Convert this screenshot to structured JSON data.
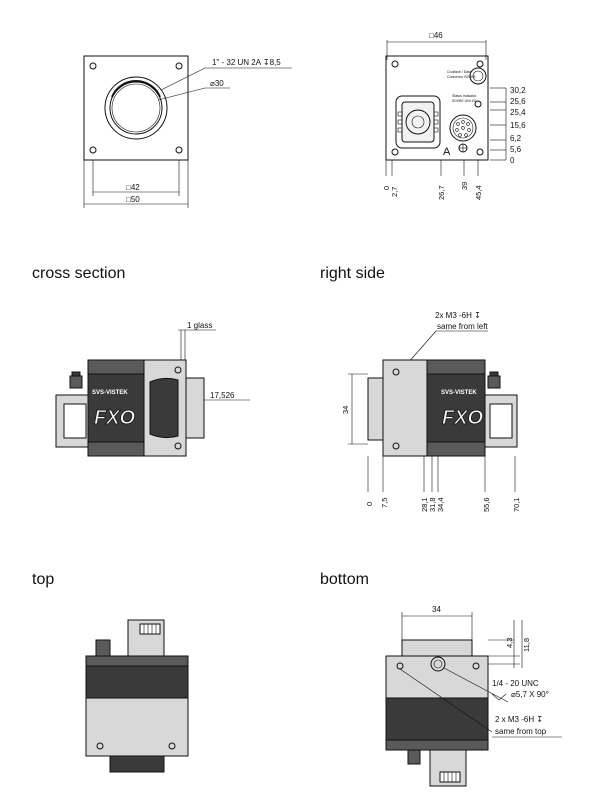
{
  "views": {
    "front": {
      "thread": "1\" - 32 UN 2A",
      "depth_symbol": "↧",
      "depth": "8,5",
      "diameter": "30",
      "diameter_symbol": "⌀",
      "inner_square": "□42",
      "outer_square": "□50"
    },
    "back": {
      "width": "□46",
      "label_a": "A",
      "vertical_dims": [
        "30,2",
        "25,6",
        "25,4",
        "15,6",
        "6,2",
        "5,6",
        "0"
      ],
      "horizontal_dims": [
        "0",
        "2,7",
        "26,7",
        "39",
        "45,4"
      ]
    },
    "cross_section": {
      "title": "cross section",
      "glass": "1 glass",
      "dim": "17,526",
      "brand": "SVS-VISTEK",
      "model": "FXO"
    },
    "right_side": {
      "title": "right side",
      "thread_note_1": "2x M3 -6H ↧",
      "thread_note_2": "same from left",
      "height": "34",
      "bottom_dims": [
        "0",
        "7,5",
        "28,1",
        "31,8",
        "34,4",
        "55,6",
        "70,1"
      ],
      "brand": "SVS-VISTEK",
      "model": "FXO"
    },
    "top": {
      "title": "top"
    },
    "bottom": {
      "title": "bottom",
      "width": "34",
      "dim_a": "4,3",
      "dim_b": "11,8",
      "thread_1": "1/4 - 20 UNC",
      "thread_1_sub": "⌀5,7 X 90°",
      "thread_2": "2 x M3 -6H ↧",
      "thread_2_sub": "same from top"
    }
  }
}
